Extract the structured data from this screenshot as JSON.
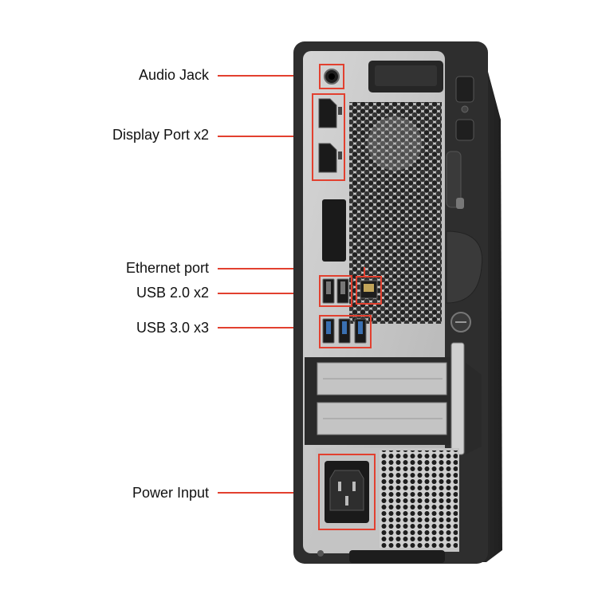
{
  "callouts": [
    {
      "label": "Audio Jack"
    },
    {
      "label": "Display Port x2"
    },
    {
      "label": "Ethernet port"
    },
    {
      "label": "USB 2.0 x2"
    },
    {
      "label": "USB 3.0 x3"
    },
    {
      "label": "Power Input"
    }
  ],
  "colors": {
    "accent": "#e2402f",
    "case": "#2b2b2b",
    "panel": "#bfbfbf",
    "port": "#1a1a1a"
  }
}
